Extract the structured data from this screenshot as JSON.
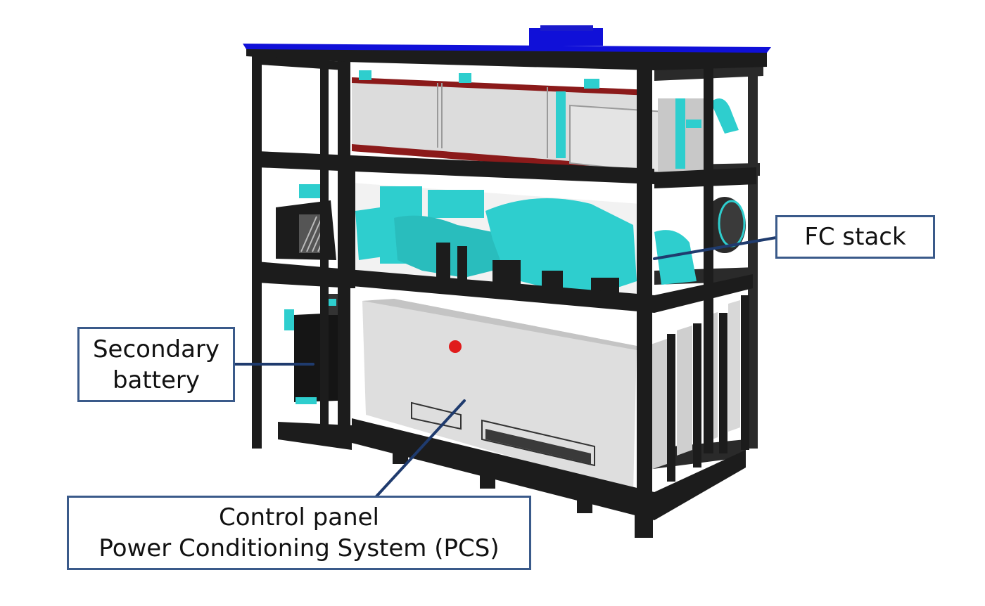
{
  "labels": {
    "fc_stack": "FC stack",
    "secondary_battery": [
      "Secondary",
      "battery"
    ],
    "control_panel": [
      "Control panel",
      "Power Conditioning System (PCS)"
    ]
  },
  "colors": {
    "roof": "#1010d8",
    "frame": "#1c1c1c",
    "fuel_cell_components": "#2ecece",
    "panels": "#d9d9d9",
    "tank_band": "#8b1a1a",
    "indicator": "#e01b1b",
    "callout_border": "#3a5a8a",
    "leader_line": "#1f3b6e"
  },
  "icons": [
    "red-indicator-lamp",
    "vent-grille"
  ]
}
